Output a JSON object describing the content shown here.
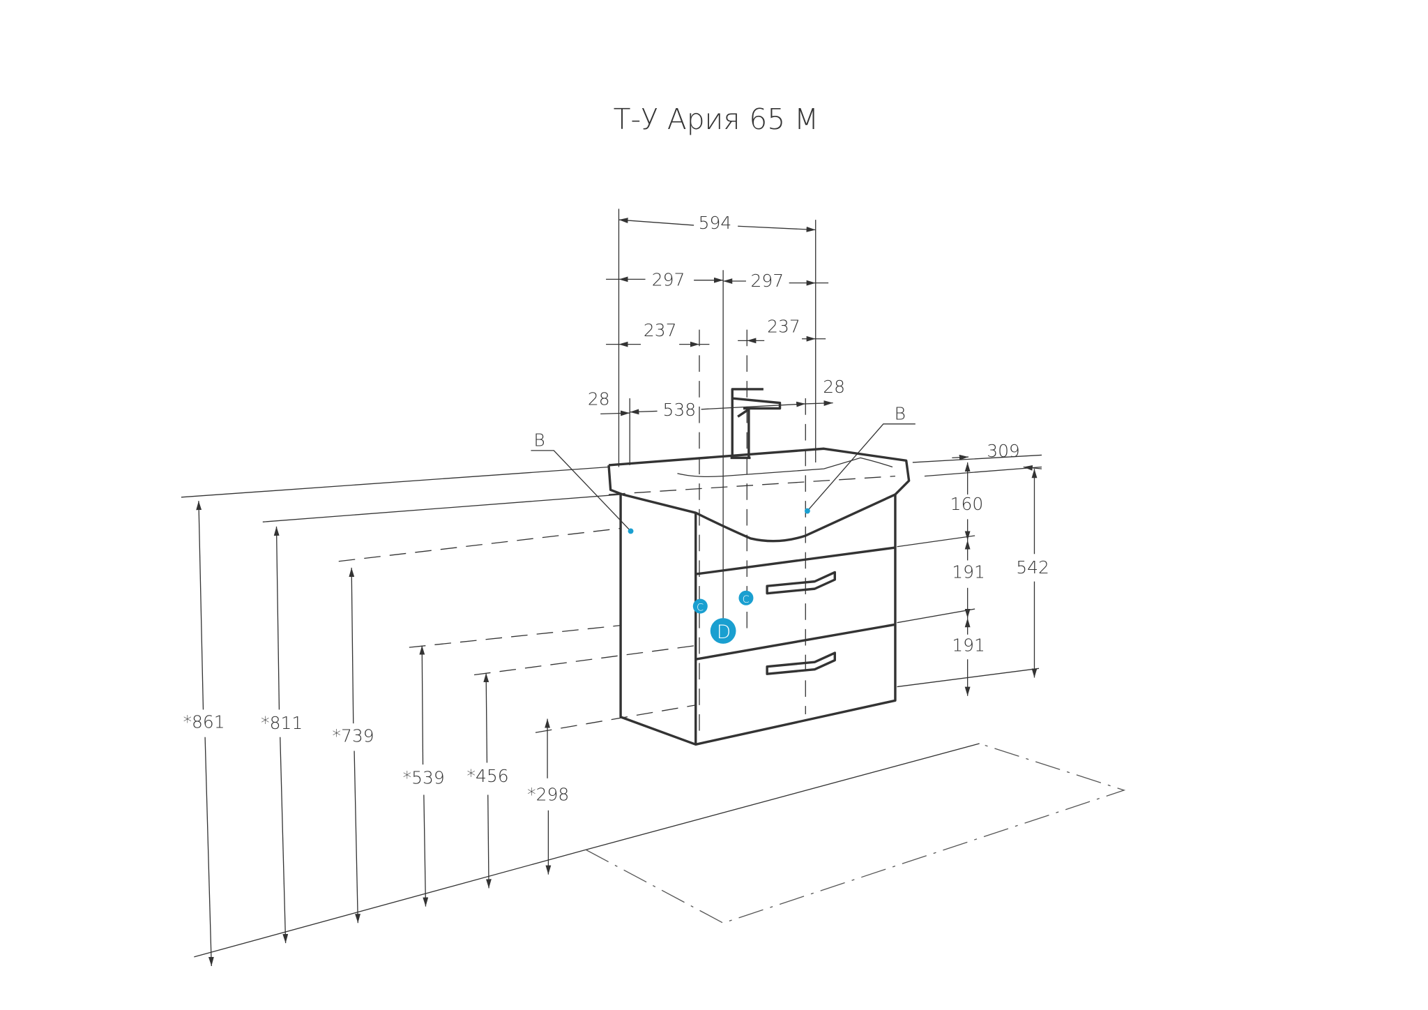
{
  "title": "Т-У Ария 65 М",
  "accent_color": "#1a9fd0",
  "dimensions": {
    "overall_width": "594",
    "half_left": "297",
    "half_right": "297",
    "offset_left": "237",
    "offset_right": "237",
    "edge_left": "28",
    "inner_width": "538",
    "edge_right": "28",
    "depth": "309",
    "height_total": "542",
    "basin_height": "160",
    "drawer_top": "191",
    "drawer_bottom": "191",
    "h861": "*861",
    "h811": "*811",
    "h739": "*739",
    "h539": "*539",
    "h456": "*456",
    "h298": "*298"
  },
  "markers": {
    "b_left": "B",
    "b_right": "B",
    "c_left": "C",
    "c_right": "C",
    "d": "D"
  }
}
